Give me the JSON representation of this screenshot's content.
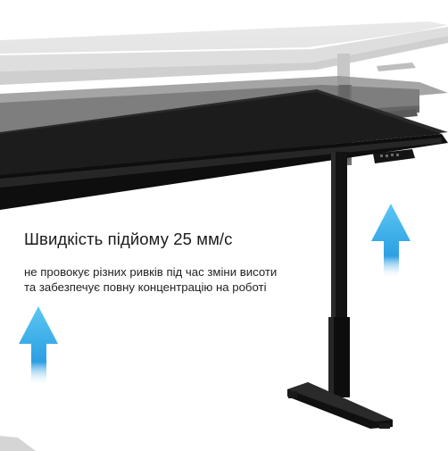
{
  "headline": "Швидкість підйому 25 мм/с",
  "description_lines": [
    "не провокує різних ривків під час зміни висоти",
    "та забезпечує повну концентрацію на роботі"
  ],
  "icons": [
    "up-arrow-icon",
    "up-arrow-icon"
  ],
  "colors": {
    "arrow_top": "#5ec8f4",
    "arrow_bottom": "#0a7fd0",
    "desk_top": "#1c1c1c",
    "frame": "#111111"
  }
}
